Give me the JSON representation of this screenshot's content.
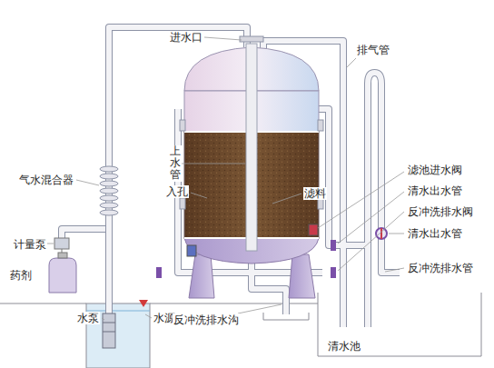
{
  "diagram": {
    "labels": [
      "进水口",
      "排气管",
      "上水管",
      "入孔",
      "滤料",
      "滤池进水阀",
      "气水混合器",
      "清水出水管",
      "反冲洗排水阀",
      "清水出水管",
      "计量泵",
      "反冲洗排水管",
      "药剂",
      "水泵",
      "水源",
      "反冲洗排水沟",
      "清水池"
    ]
  }
}
